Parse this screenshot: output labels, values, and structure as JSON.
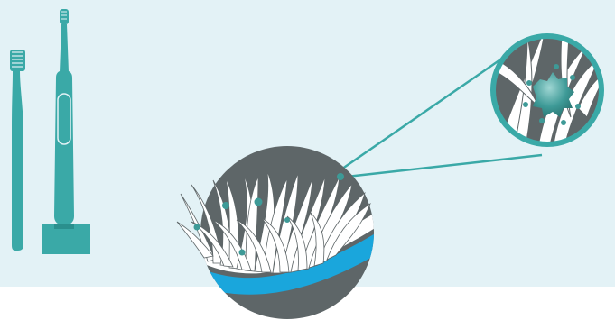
{
  "scene": {
    "colors": {
      "background": "#e3f2f6",
      "floor": "#ffffff",
      "toothbrush": "#3aa9a7",
      "toothbrush_dark": "#2a8f8d",
      "bristle_circle": "#5e6668",
      "bristle": "#ffffff",
      "brush_head_stripe": "#1aa6dc",
      "bacteria": "#3e9a97",
      "magnifier_ring": "#3aa9a7",
      "connector_line": "#3aa9a7"
    },
    "elements": {
      "manual_toothbrush": "manual-toothbrush",
      "electric_toothbrush": "electric-toothbrush",
      "brush_closeup": "bristle-closeup-circle",
      "magnifier": "magnified-bacteria-circle",
      "bacteria": "bacteria-icon"
    }
  }
}
